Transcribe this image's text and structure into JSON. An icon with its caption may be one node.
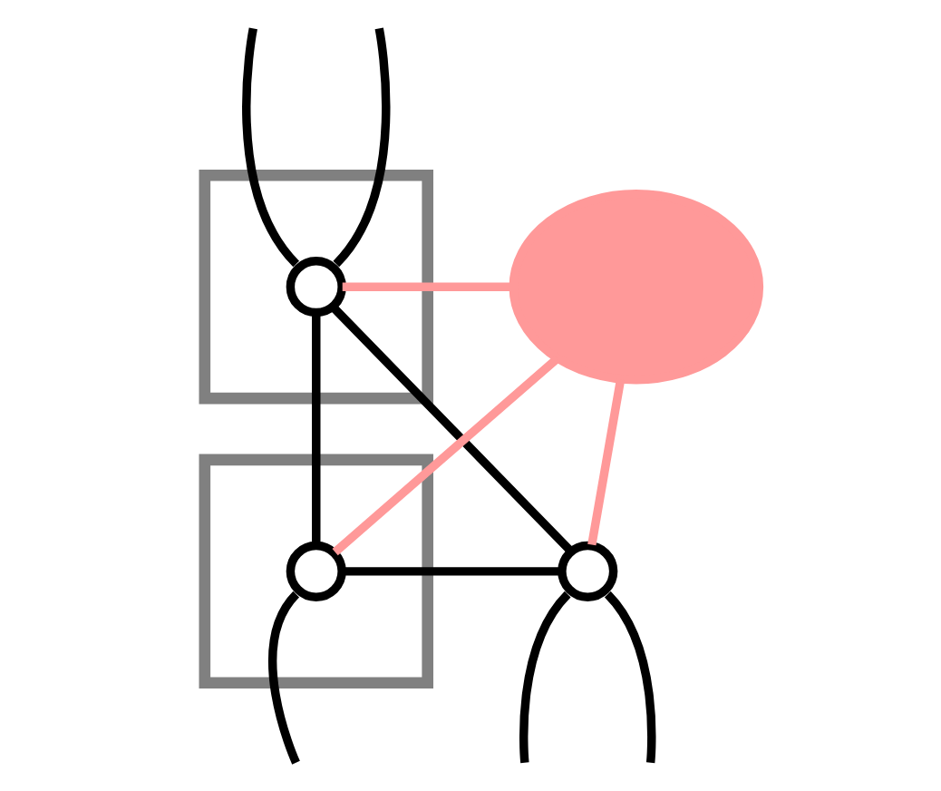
{
  "diagram": {
    "nodes": [
      {
        "text": [],
        "shape": "box"
      },
      {
        "text": [],
        "shape": "box"
      },
      {
        "text": [],
        "shape": "circle",
        "in": 0
      },
      {
        "text": [],
        "shape": "circle",
        "in": 1
      },
      {
        "text": [],
        "shape": "circle"
      },
      {
        "text": [],
        "shape": "cloud"
      }
    ],
    "edges": [
      {
        "from": 2,
        "to": 3,
        "arrow": "none"
      },
      {
        "from": 2,
        "to": 4,
        "arrow": "none"
      },
      {
        "from": 3,
        "to": 4,
        "arrow": "none"
      },
      {
        "from": 5,
        "to": 2,
        "arrow": "none",
        "color": "#ff9999"
      },
      {
        "from": 5,
        "to": 3,
        "arrow": "none",
        "color": "#ff9999"
      },
      {
        "from": 5,
        "to": 4,
        "arrow": "none",
        "color": "#ff9999"
      },
      {
        "from": 2,
        "to": null,
        "arrow": "none"
      },
      {
        "from": 2,
        "to": null,
        "arrow": "none"
      },
      {
        "from": 3,
        "to": null,
        "arrow": "none"
      },
      {
        "from": 4,
        "to": null,
        "arrow": "none"
      },
      {
        "from": 4,
        "to": null,
        "arrow": "none"
      }
    ]
  }
}
